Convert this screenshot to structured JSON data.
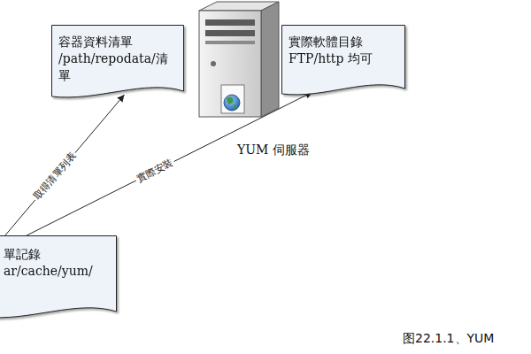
{
  "diagram": {
    "caption": "图22.1.1、YUM",
    "nodes": [
      {
        "text": [
          "容器資料清單",
          "/path/repodata/清單"
        ]
      },
      {
        "text": [
          "YUM 伺服器"
        ]
      },
      {
        "text": [
          "實際軟體目錄",
          "FTP/http 均可"
        ]
      },
      {
        "text": [
          "單記錄",
          "ar/cache/yum/"
        ]
      }
    ],
    "edges": [
      {
        "from": 3,
        "to": 0,
        "label": "取得清單列表",
        "arrow": "to"
      },
      {
        "from": 3,
        "to": 2,
        "label": "實際安裝",
        "arrow": "to"
      }
    ]
  }
}
